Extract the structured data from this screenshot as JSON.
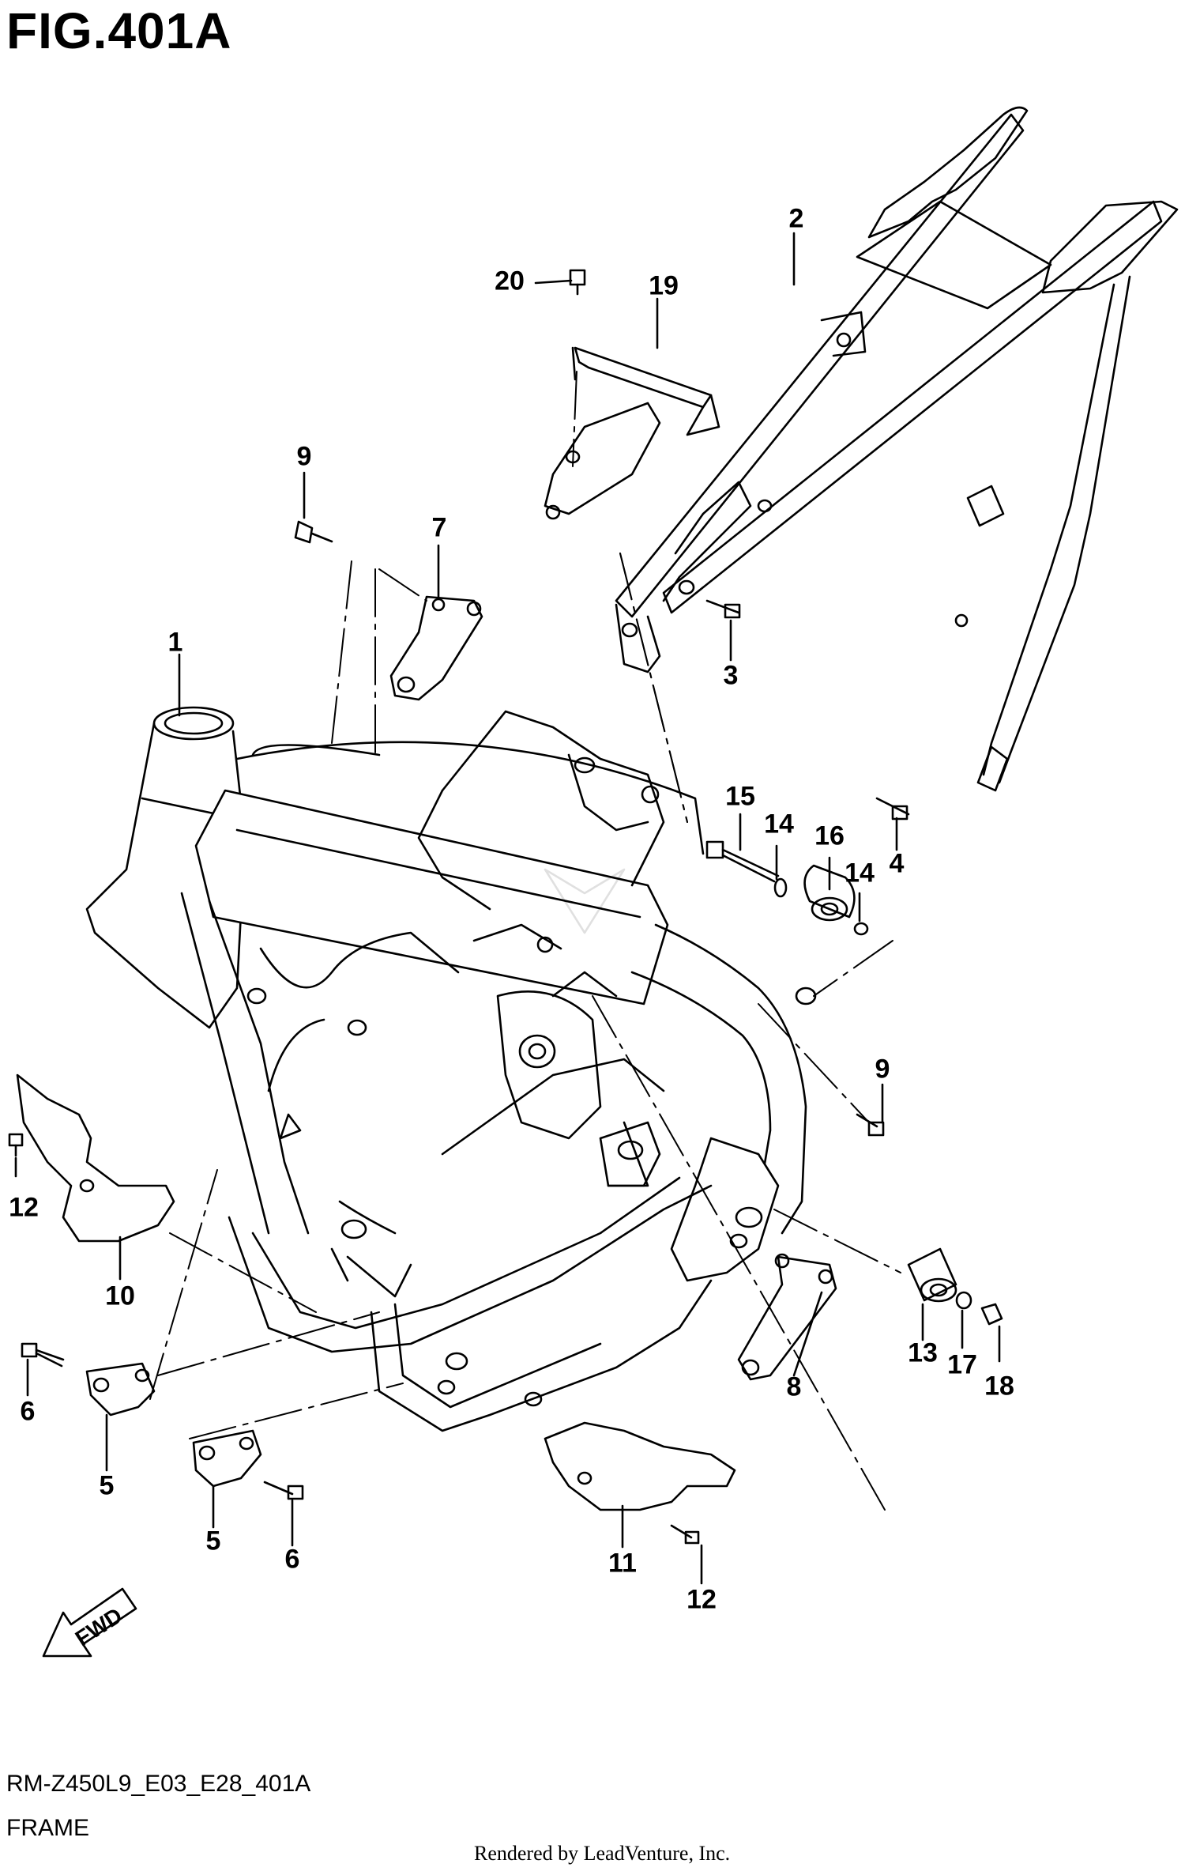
{
  "figure": {
    "title": "FIG.401A",
    "diagram_code": "RM-Z450L9_E03_E28_401A",
    "diagram_name": "FRAME",
    "credit": "Rendered by LeadVenture, Inc.",
    "direction_label": "FWD"
  },
  "callouts": [
    {
      "id": "c1",
      "text": "1"
    },
    {
      "id": "c2",
      "text": "2"
    },
    {
      "id": "c3",
      "text": "3"
    },
    {
      "id": "c4",
      "text": "4"
    },
    {
      "id": "c5a",
      "text": "5"
    },
    {
      "id": "c5b",
      "text": "5"
    },
    {
      "id": "c6a",
      "text": "6"
    },
    {
      "id": "c6b",
      "text": "6"
    },
    {
      "id": "c7",
      "text": "7"
    },
    {
      "id": "c8",
      "text": "8"
    },
    {
      "id": "c9a",
      "text": "9"
    },
    {
      "id": "c9b",
      "text": "9"
    },
    {
      "id": "c10",
      "text": "10"
    },
    {
      "id": "c11",
      "text": "11"
    },
    {
      "id": "c12a",
      "text": "12"
    },
    {
      "id": "c12b",
      "text": "12"
    },
    {
      "id": "c13",
      "text": "13"
    },
    {
      "id": "c14a",
      "text": "14"
    },
    {
      "id": "c14b",
      "text": "14"
    },
    {
      "id": "c15",
      "text": "15"
    },
    {
      "id": "c16",
      "text": "16"
    },
    {
      "id": "c17",
      "text": "17"
    },
    {
      "id": "c18",
      "text": "18"
    },
    {
      "id": "c19",
      "text": "19"
    },
    {
      "id": "c20",
      "text": "20"
    }
  ]
}
